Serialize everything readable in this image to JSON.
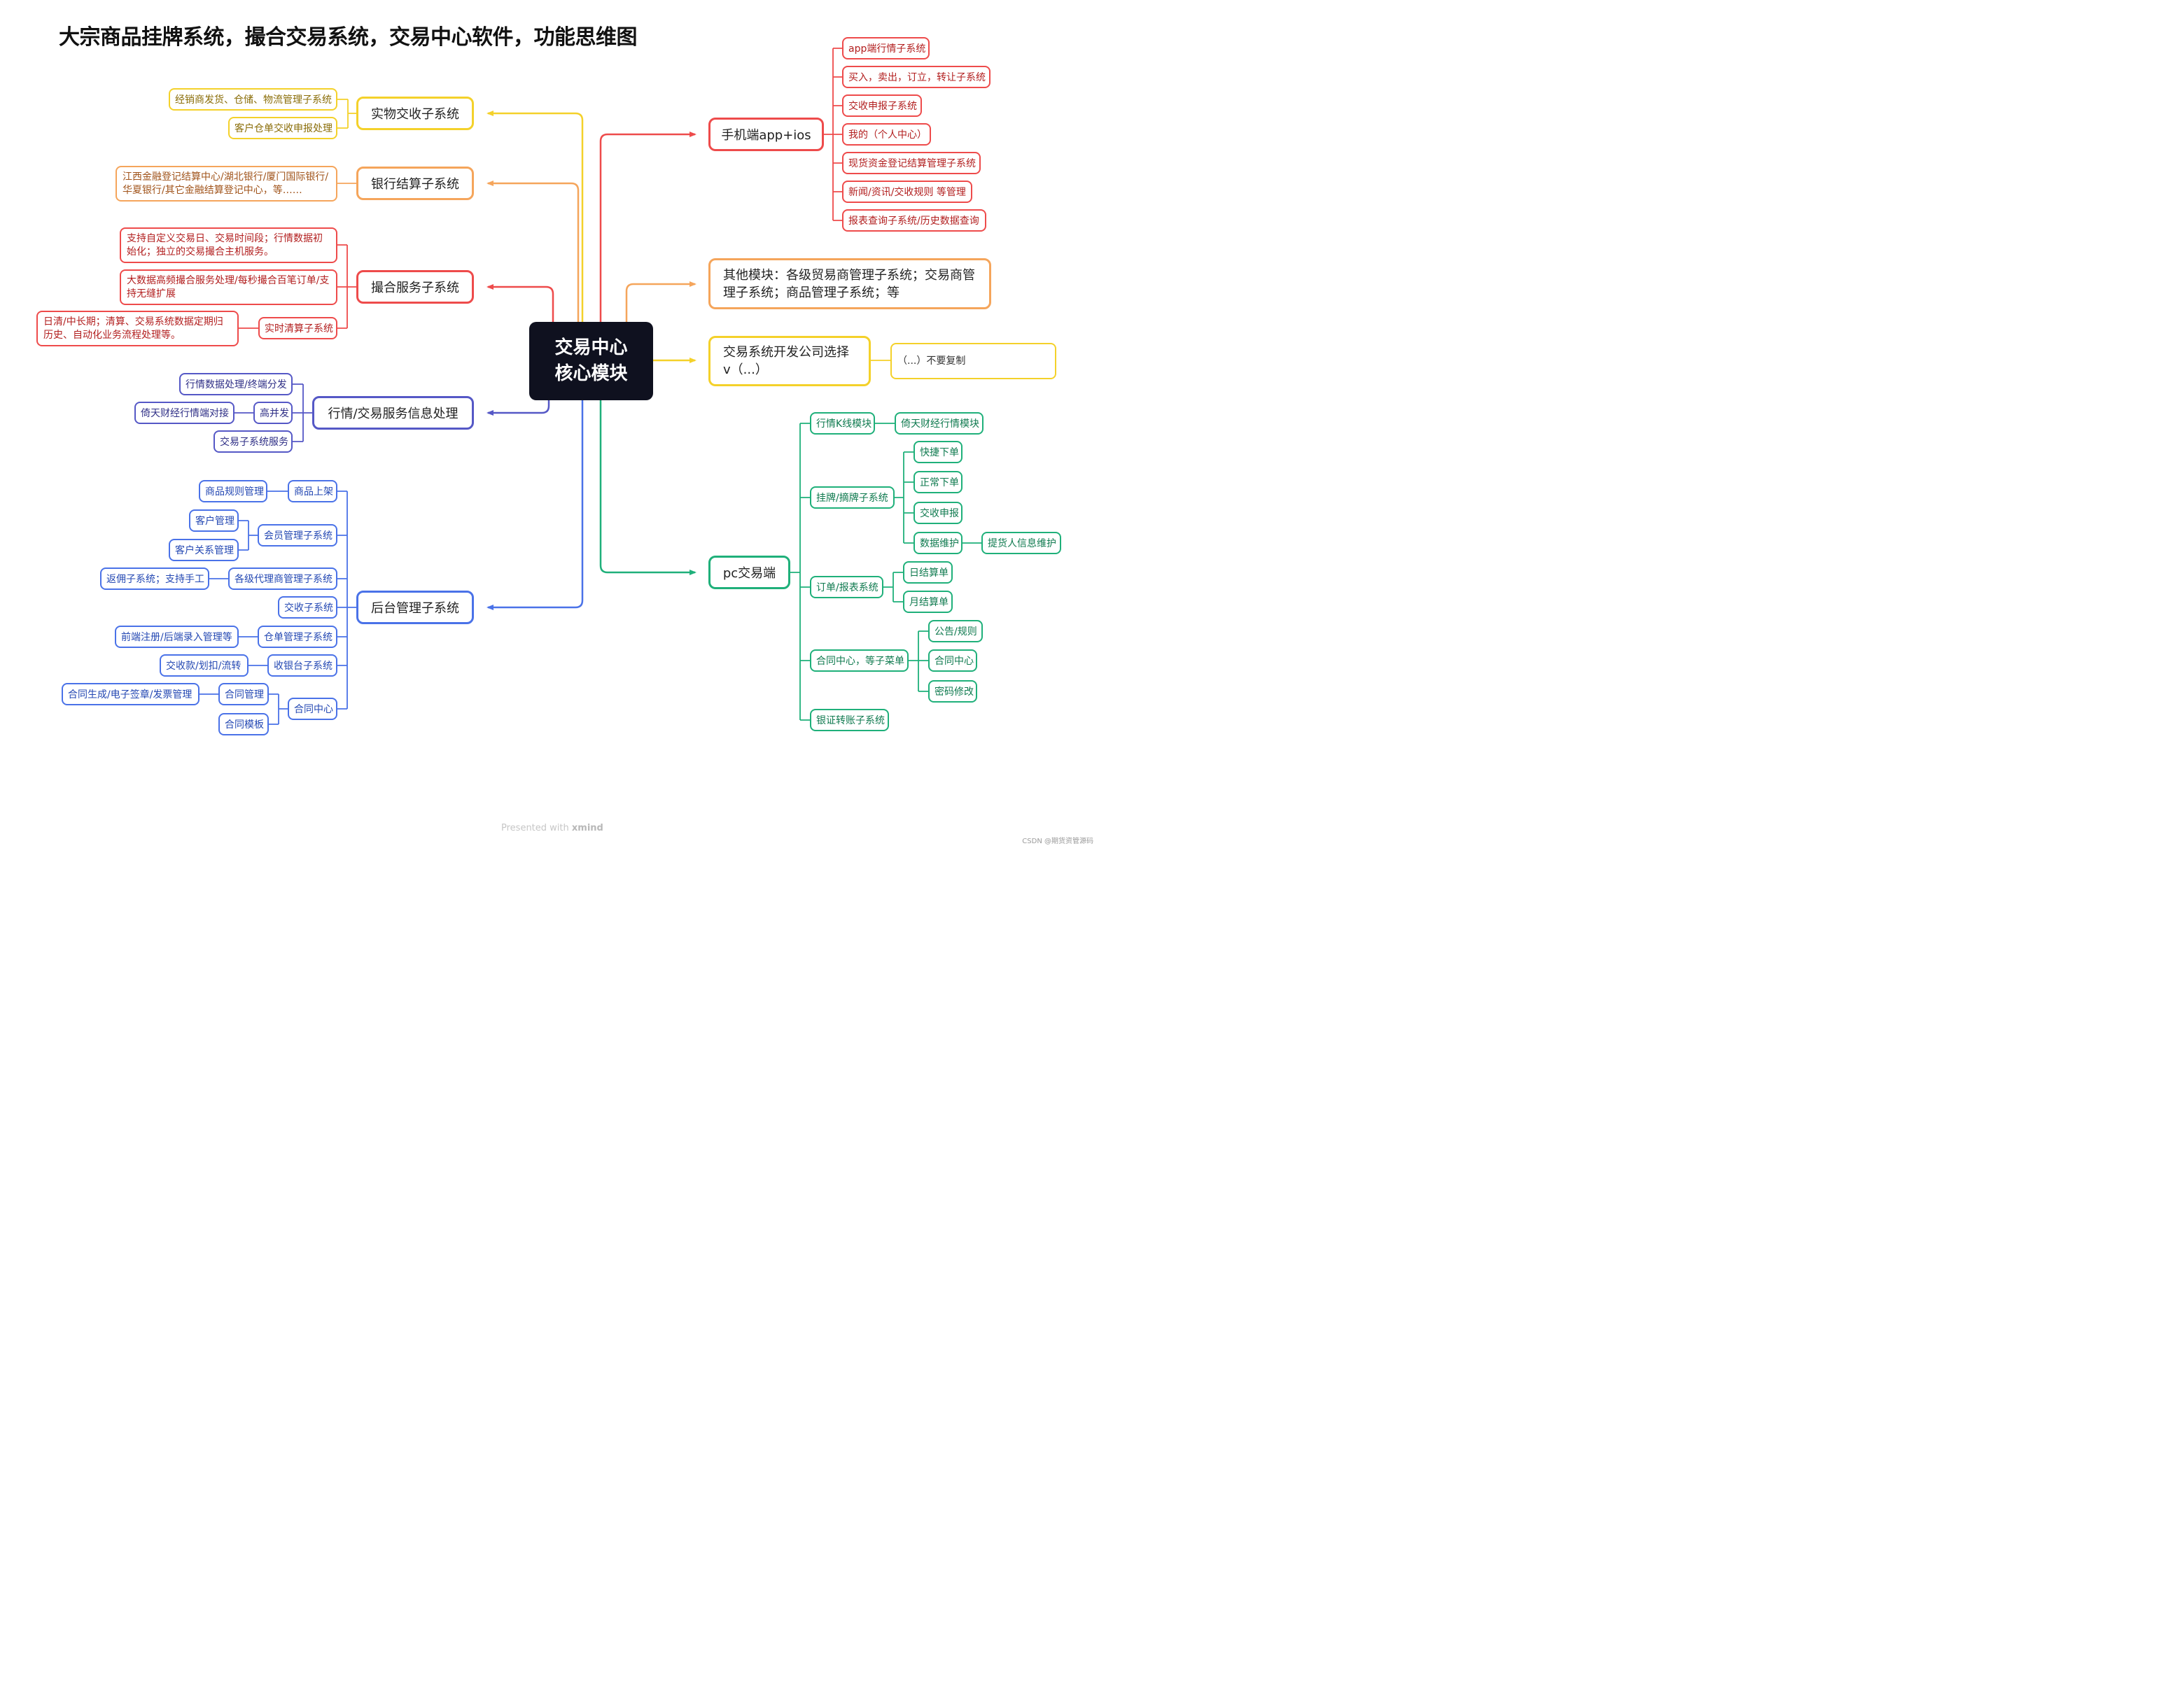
{
  "title": "大宗商品挂牌系统，撮合交易系统，交易中心软件，功能思维图",
  "center": {
    "line1": "交易中心",
    "line2": "核心模块"
  },
  "left": {
    "physical": {
      "label": "实物交收子系统",
      "children": [
        "经销商发货、仓储、物流管理子系统",
        "客户仓单交收申报处理"
      ]
    },
    "bank": {
      "label": "银行结算子系统",
      "children": [
        "江西金融登记结算中心/湖北银行/厦门国际银行/华夏银行/其它金融结算登记中心，等……"
      ]
    },
    "matching": {
      "label": "撮合服务子系统",
      "children": [
        "支持自定义交易日、交易时间段；行情数据初始化；独立的交易撮合主机服务。",
        "大数据高频撮合服务处理/每秒撮合百笔订单/支持无缝扩展",
        "实时清算子系统"
      ],
      "clearing_detail": "日清/中长期；清算、交易系统数据定期归历史、自动化业务流程处理等。"
    },
    "market_info": {
      "label": "行情/交易服务信息处理",
      "children": [
        "行情数据处理/终端分发",
        "高并发",
        "交易子系统服务"
      ],
      "concurrency_detail": "倚天财经行情端对接"
    },
    "admin": {
      "label": "后台管理子系统",
      "groups": [
        {
          "label": "商品上架",
          "children": [
            "商品规则管理"
          ]
        },
        {
          "label": "会员管理子系统",
          "children": [
            "客户管理",
            "客户关系管理"
          ]
        },
        {
          "label": "各级代理商管理子系统",
          "children": [
            "返佣子系统；支持手工"
          ]
        },
        {
          "label": "交收子系统",
          "children": []
        },
        {
          "label": "仓单管理子系统",
          "children": [
            "前端注册/后端录入管理等"
          ]
        },
        {
          "label": "收银台子系统",
          "children": [
            "交收款/划扣/流转"
          ]
        },
        {
          "label": "合同中心",
          "children": [
            "合同管理",
            "合同模板"
          ],
          "contract_detail": "合同生成/电子签章/发票管理"
        }
      ]
    }
  },
  "right": {
    "mobile": {
      "label": "手机端app+ios",
      "children": [
        "app端行情子系统",
        "买入，卖出，订立，转让子系统",
        "交收申报子系统",
        "我的（个人中心）",
        "现货资金登记结算管理子系统",
        "新闻/资讯/交收规则 等管理",
        "报表查询子系统/历史数据查询"
      ]
    },
    "other": {
      "label": "其他模块：各级贸易商管理子系统；交易商管理子系统；商品管理子系统；等"
    },
    "vendor": {
      "label": "交易系统开发公司选择v（...）",
      "note": "（...）不要复制"
    },
    "pc": {
      "label": "pc交易端",
      "kline": {
        "label": "行情K线模块",
        "child": "倚天财经行情模块"
      },
      "listing": {
        "label": "挂牌/摘牌子系统",
        "children": [
          "快捷下单",
          "正常下单",
          "交收申报",
          "数据维护"
        ],
        "maintain_detail": "提货人信息维护"
      },
      "orders": {
        "label": "订单/报表系统",
        "children": [
          "日结算单",
          "月结算单"
        ]
      },
      "contract": {
        "label": "合同中心，等子菜单",
        "children": [
          "公告/规则",
          "合同中心",
          "密码修改"
        ]
      },
      "bank_transfer": {
        "label": "银证转账子系统"
      }
    }
  },
  "footer": {
    "prefix": "Presented with",
    "brand": "xmind"
  },
  "credit": "CSDN @期货资管源码",
  "colors": {
    "yellow": "#f4d12a",
    "orange": "#f5a55b",
    "red": "#ee4b4b",
    "purple": "#5558c6",
    "blue": "#4a72e8",
    "green": "#1fb07a",
    "center": "#0f111f"
  }
}
